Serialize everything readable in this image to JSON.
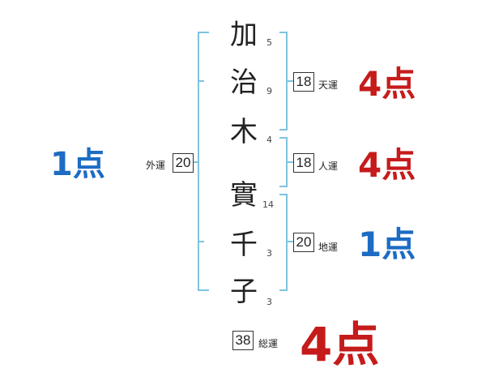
{
  "name_chars": [
    {
      "char": "加",
      "strokes": "5"
    },
    {
      "char": "治",
      "strokes": "9"
    },
    {
      "char": "木",
      "strokes": "4"
    },
    {
      "char": "實",
      "strokes": "14"
    },
    {
      "char": "千",
      "strokes": "3"
    },
    {
      "char": "子",
      "strokes": "3"
    }
  ],
  "gaiun": {
    "value": "20",
    "label": "外運",
    "score": "1点",
    "score_color": "#1d6cc4"
  },
  "tenun": {
    "value": "18",
    "label": "天運",
    "score": "4点",
    "score_color": "#c61b1b"
  },
  "jinun": {
    "value": "18",
    "label": "人運",
    "score": "4点",
    "score_color": "#c61b1b"
  },
  "chiun": {
    "value": "20",
    "label": "地運",
    "score": "1点",
    "score_color": "#1d6cc4"
  },
  "souun": {
    "value": "38",
    "label": "総運",
    "score": "4点",
    "score_color": "#c61b1b"
  },
  "colors": {
    "bracket": "#7ec3e0",
    "good": "#c61b1b",
    "bad": "#1d6cc4"
  }
}
